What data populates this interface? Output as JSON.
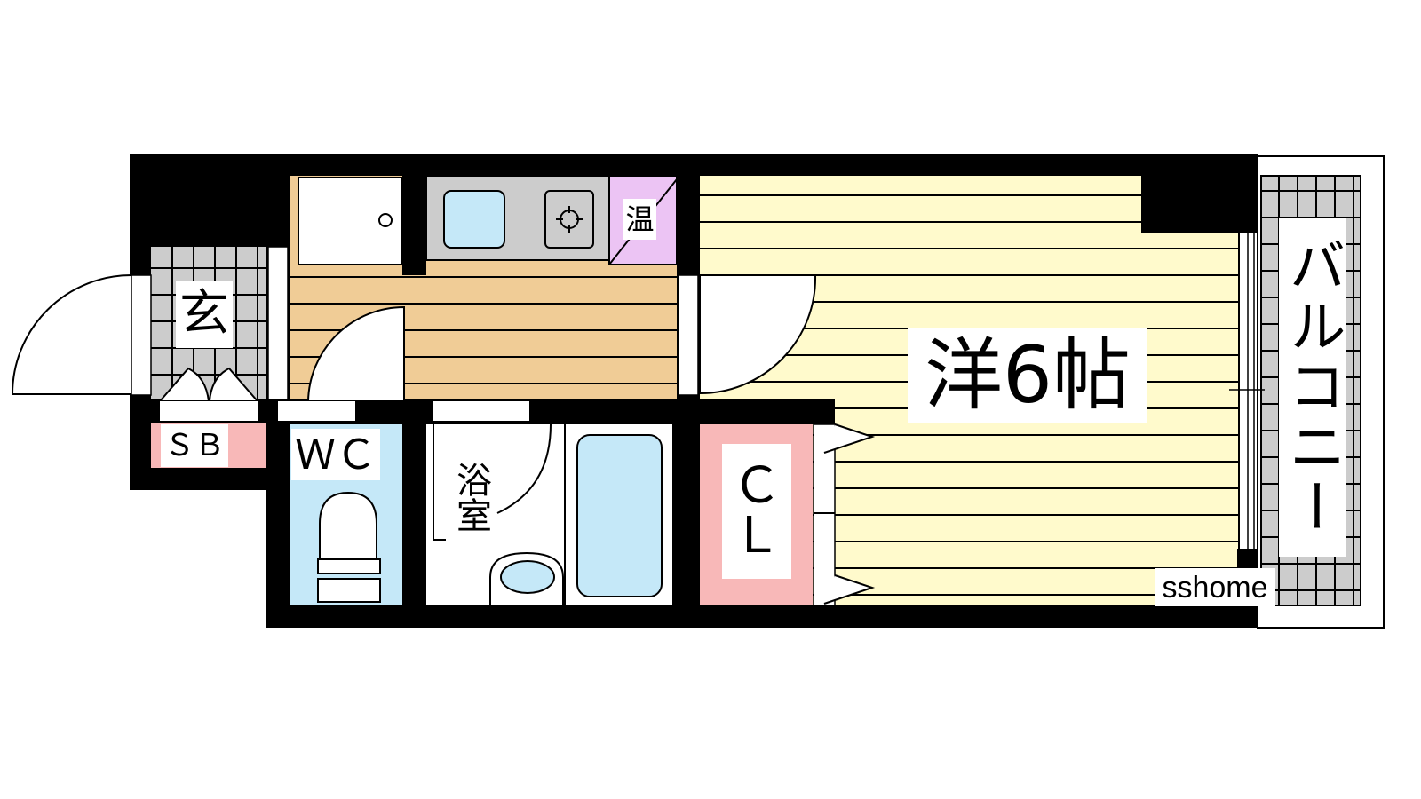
{
  "rooms": {
    "entrance": "玄",
    "shoe_box": "ＳＢ",
    "toilet": "ＷＣ",
    "bathroom": "浴室",
    "water_heater": "温",
    "western_room": "洋6帖",
    "closet_c": "Ｃ",
    "closet_l": "Ｌ",
    "balcony": "バルコニー"
  },
  "watermark": "sshome",
  "colors": {
    "wall": "#000000",
    "corridor_floor": "#f0cc96",
    "room_floor": "#fffacc",
    "tile": "#cccccc",
    "water": "#c5e8f8",
    "closet": "#f8b8b8",
    "heater": "#ecc4f4"
  }
}
